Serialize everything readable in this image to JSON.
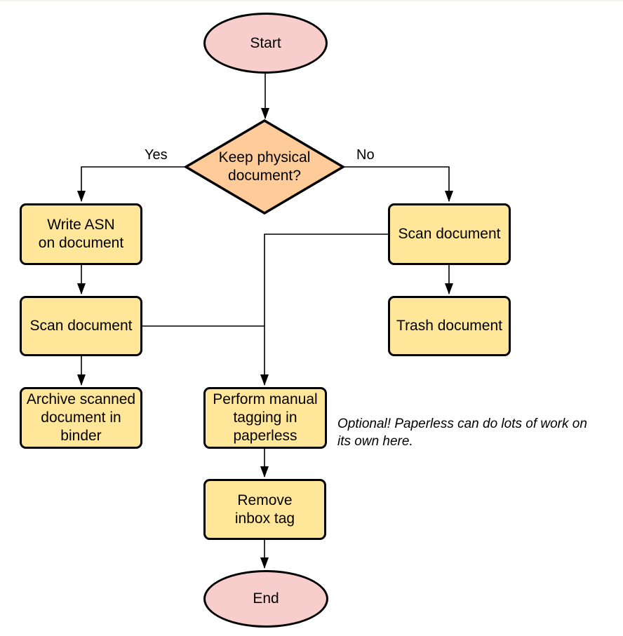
{
  "diagram_type": "flowchart",
  "nodes": {
    "start": {
      "label": "Start",
      "shape": "terminator"
    },
    "keep_physical_decision": {
      "label": "Keep physical\ndocument?",
      "shape": "decision"
    },
    "write_asn": {
      "label": "Write ASN\non document",
      "shape": "process"
    },
    "scan_document_left": {
      "label": "Scan document",
      "shape": "process"
    },
    "archive_scanned": {
      "label": "Archive scanned\ndocument in\nbinder",
      "shape": "process"
    },
    "scan_document_right": {
      "label": "Scan document",
      "shape": "process"
    },
    "trash_document": {
      "label": "Trash document",
      "shape": "process"
    },
    "manual_tagging": {
      "label": "Perform manual\ntagging in\npaperless",
      "shape": "process"
    },
    "remove_inbox_tag": {
      "label": "Remove\ninbox tag",
      "shape": "process"
    },
    "end": {
      "label": "End",
      "shape": "terminator"
    }
  },
  "edge_labels": {
    "yes": "Yes",
    "no": "No"
  },
  "note": "Optional! Paperless can do lots of work on\nits own here.",
  "colors": {
    "terminator_fill": "#F8CECC",
    "decision_fill": "#FFCC99",
    "process_fill": "#FFE699",
    "stroke": "#000000",
    "connector": "#000000",
    "background": "#FFFFFF"
  }
}
